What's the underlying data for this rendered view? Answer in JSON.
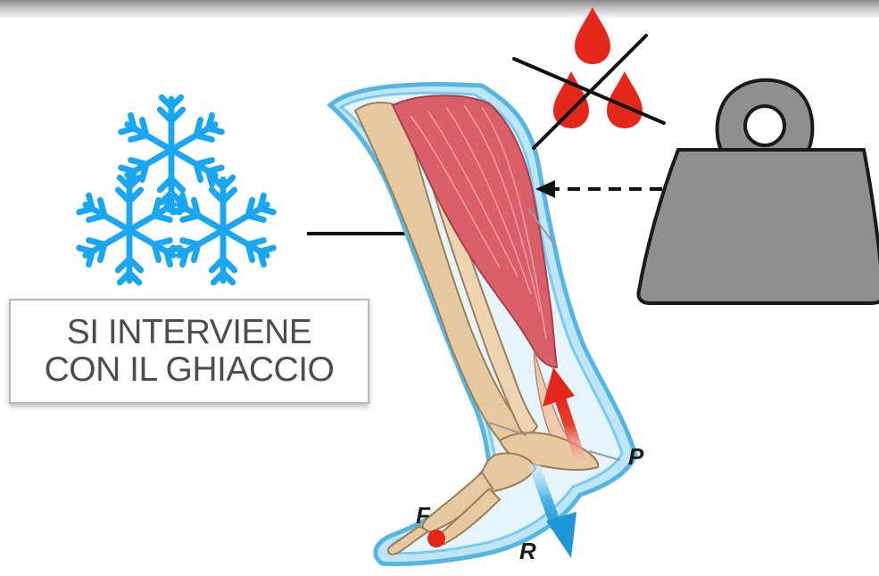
{
  "ice_label": {
    "line1": "SI INTERVIENE",
    "line2": "CON IL GHIACCIO"
  },
  "leg_labels": {
    "p": "P",
    "r": "R",
    "f": "F"
  },
  "icons": {
    "ice": "snowflake-cluster-icon",
    "blood": "blood-drops-icon",
    "no_blood": "cross-out-lines",
    "weight": "weight-icon"
  },
  "colors": {
    "snow": "#1aa6f0",
    "blood": "#e3281b",
    "weight": "#8f8f8f",
    "muscle": "#d9606a",
    "bone": "#e6c9a0",
    "skin": "#6fc6ec",
    "arrow_up": "#e3281b",
    "arrow_down": "#1e97d6"
  }
}
